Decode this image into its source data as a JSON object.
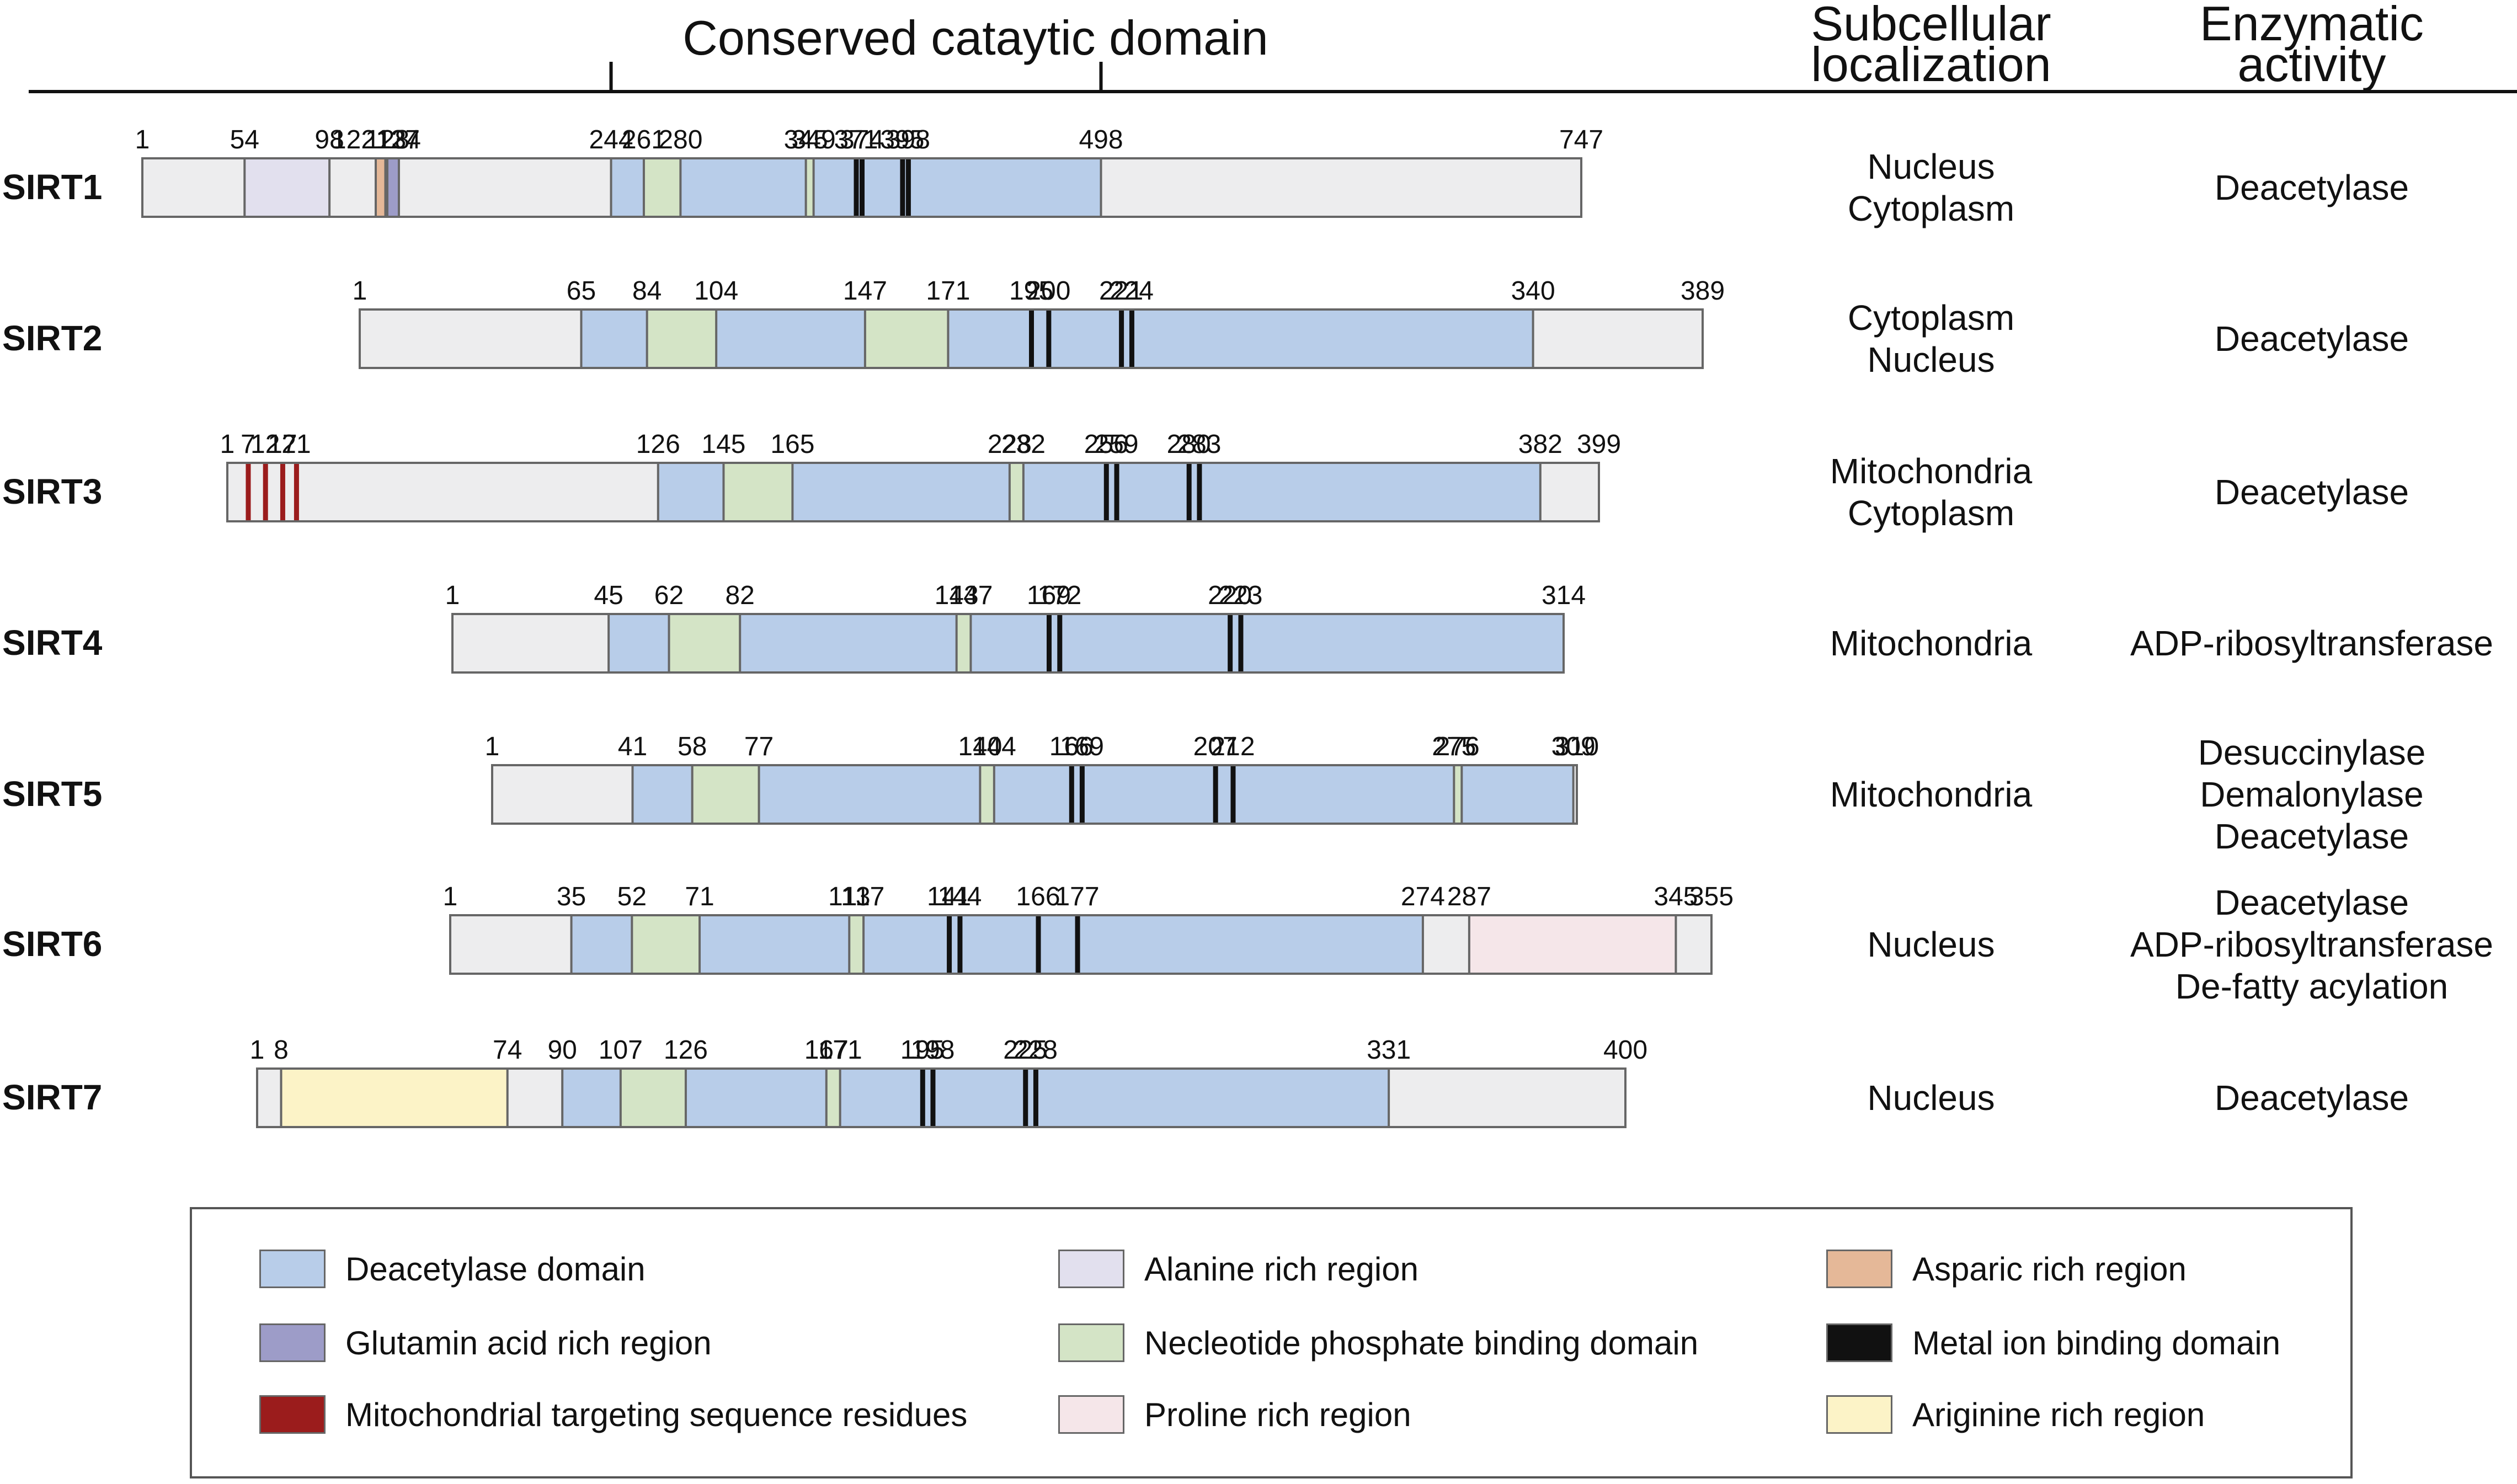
{
  "header": {
    "domain_title": "Conserved cataytic domain",
    "localization_title": [
      "Subcellular",
      "localization"
    ],
    "activity_title": [
      "Enzymatic",
      "activity"
    ],
    "domain_start": 244,
    "domain_end": 498
  },
  "colors": {
    "deacetylase": "#b8cde9",
    "alanine": "#e2e0ee",
    "asparic": "#e5b898",
    "glutamin": "#9d9cc8",
    "mts": "#9b1c1c",
    "nucleotide": "#d4e4c6",
    "metal": "#111111",
    "proline": "#f5e6e9",
    "arginine": "#fcf3c7",
    "base": "#ededee",
    "outline": "#666666"
  },
  "proteins": [
    {
      "name": "SIRT1",
      "length": 747,
      "localization": [
        "Nucleus",
        "Cytoplasm"
      ],
      "activity": [
        "Deacetylase"
      ],
      "regions": [
        {
          "type": "alanine",
          "start": 54,
          "end": 98
        },
        {
          "type": "asparic",
          "start": 122,
          "end": 127
        },
        {
          "type": "glutamin",
          "start": 128,
          "end": 134
        },
        {
          "type": "deacetylase",
          "start": 244,
          "end": 498
        },
        {
          "type": "nucleotide",
          "start": 261,
          "end": 280
        },
        {
          "type": "nucleotide",
          "start": 345,
          "end": 349
        }
      ],
      "metal_sites": [
        371,
        374,
        395,
        398
      ],
      "mts_sites": [],
      "labels": [
        {
          "text": "1",
          "pos": 1
        },
        {
          "text": "54",
          "pos": 54
        },
        {
          "text": "98",
          "pos": 98
        },
        {
          "text": "122127",
          "pos": 122
        },
        {
          "text": "128",
          "pos": 128
        },
        {
          "text": "134",
          "pos": 134
        },
        {
          "text": "244",
          "pos": 244
        },
        {
          "text": "261",
          "pos": 261
        },
        {
          "text": "280",
          "pos": 280
        },
        {
          "text": "345",
          "pos": 345
        },
        {
          "text": "349",
          "pos": 349
        },
        {
          "text": "371",
          "pos": 371
        },
        {
          "text": "374",
          "pos": 374
        },
        {
          "text": "395",
          "pos": 395
        },
        {
          "text": "398",
          "pos": 398
        },
        {
          "text": "498",
          "pos": 498
        },
        {
          "text": "747",
          "pos": 747
        }
      ]
    },
    {
      "name": "SIRT2",
      "length": 389,
      "localization": [
        "Cytoplasm",
        "Nucleus"
      ],
      "activity": [
        "Deacetylase"
      ],
      "regions": [
        {
          "type": "deacetylase",
          "start": 65,
          "end": 340
        },
        {
          "type": "nucleotide",
          "start": 84,
          "end": 104
        },
        {
          "type": "nucleotide",
          "start": 147,
          "end": 171
        }
      ],
      "metal_sites": [
        195,
        200,
        221,
        224
      ],
      "mts_sites": [],
      "labels": [
        {
          "text": "1",
          "pos": 1
        },
        {
          "text": "65",
          "pos": 65
        },
        {
          "text": "84",
          "pos": 84
        },
        {
          "text": "104",
          "pos": 104
        },
        {
          "text": "147",
          "pos": 147
        },
        {
          "text": "171",
          "pos": 171
        },
        {
          "text": "195",
          "pos": 195
        },
        {
          "text": "200",
          "pos": 200
        },
        {
          "text": "221",
          "pos": 221
        },
        {
          "text": "224",
          "pos": 224
        },
        {
          "text": "340",
          "pos": 340
        },
        {
          "text": "389",
          "pos": 389
        }
      ]
    },
    {
      "name": "SIRT3",
      "length": 399,
      "localization": [
        "Mitochondria",
        "Cytoplasm"
      ],
      "activity": [
        "Deacetylase"
      ],
      "regions": [
        {
          "type": "deacetylase",
          "start": 126,
          "end": 382
        },
        {
          "type": "nucleotide",
          "start": 145,
          "end": 165
        },
        {
          "type": "nucleotide",
          "start": 228,
          "end": 232
        }
      ],
      "metal_sites": [
        256,
        259,
        280,
        283
      ],
      "mts_sites": [
        7,
        12,
        17,
        21
      ],
      "labels": [
        {
          "text": "1",
          "pos": 1
        },
        {
          "text": "7",
          "pos": 7
        },
        {
          "text": "12",
          "pos": 12
        },
        {
          "text": "17",
          "pos": 17
        },
        {
          "text": "21",
          "pos": 21
        },
        {
          "text": "126",
          "pos": 126
        },
        {
          "text": "145",
          "pos": 145
        },
        {
          "text": "165",
          "pos": 165
        },
        {
          "text": "228",
          "pos": 228
        },
        {
          "text": "232",
          "pos": 232
        },
        {
          "text": "256",
          "pos": 256
        },
        {
          "text": "259",
          "pos": 259
        },
        {
          "text": "280",
          "pos": 280
        },
        {
          "text": "283",
          "pos": 283
        },
        {
          "text": "382",
          "pos": 382
        },
        {
          "text": "399",
          "pos": 399
        }
      ]
    },
    {
      "name": "SIRT4",
      "length": 314,
      "localization": [
        "Mitochondria"
      ],
      "activity": [
        "ADP-ribosyltransferase"
      ],
      "regions": [
        {
          "type": "deacetylase",
          "start": 45,
          "end": 314
        },
        {
          "type": "nucleotide",
          "start": 62,
          "end": 82
        },
        {
          "type": "nucleotide",
          "start": 143,
          "end": 147
        }
      ],
      "metal_sites": [
        169,
        172,
        220,
        223
      ],
      "mts_sites": [],
      "labels": [
        {
          "text": "1",
          "pos": 1
        },
        {
          "text": "45",
          "pos": 45
        },
        {
          "text": "62",
          "pos": 62
        },
        {
          "text": "82",
          "pos": 82
        },
        {
          "text": "143",
          "pos": 143
        },
        {
          "text": "147",
          "pos": 147
        },
        {
          "text": "169",
          "pos": 169
        },
        {
          "text": "172",
          "pos": 172
        },
        {
          "text": "220",
          "pos": 220
        },
        {
          "text": "223",
          "pos": 223
        },
        {
          "text": "314",
          "pos": 314
        }
      ]
    },
    {
      "name": "SIRT5",
      "length": 310,
      "localization": [
        "Mitochondria"
      ],
      "activity": [
        "Desuccinylase",
        "Demalonylase",
        "Deacetylase"
      ],
      "regions": [
        {
          "type": "deacetylase",
          "start": 41,
          "end": 309
        },
        {
          "type": "nucleotide",
          "start": 58,
          "end": 77
        },
        {
          "type": "nucleotide",
          "start": 140,
          "end": 144
        },
        {
          "type": "nucleotide",
          "start": 275,
          "end": 276
        }
      ],
      "metal_sites": [
        166,
        169,
        207,
        212
      ],
      "mts_sites": [],
      "labels": [
        {
          "text": "1",
          "pos": 1
        },
        {
          "text": "41",
          "pos": 41
        },
        {
          "text": "58",
          "pos": 58
        },
        {
          "text": "77",
          "pos": 77
        },
        {
          "text": "140",
          "pos": 140
        },
        {
          "text": "144",
          "pos": 144
        },
        {
          "text": "166",
          "pos": 166
        },
        {
          "text": "169",
          "pos": 169
        },
        {
          "text": "207",
          "pos": 207
        },
        {
          "text": "212",
          "pos": 212
        },
        {
          "text": "275",
          "pos": 275
        },
        {
          "text": "276",
          "pos": 276
        },
        {
          "text": "309",
          "pos": 309
        },
        {
          "text": "310",
          "pos": 310
        }
      ]
    },
    {
      "name": "SIRT6",
      "length": 355,
      "localization": [
        "Nucleus"
      ],
      "activity": [
        "Deacetylase",
        "ADP-ribosyltransferase",
        "De-fatty acylation"
      ],
      "regions": [
        {
          "type": "deacetylase",
          "start": 35,
          "end": 274
        },
        {
          "type": "nucleotide",
          "start": 52,
          "end": 71
        },
        {
          "type": "nucleotide",
          "start": 113,
          "end": 117
        },
        {
          "type": "proline",
          "start": 287,
          "end": 345
        }
      ],
      "metal_sites": [
        141,
        144,
        166,
        177
      ],
      "mts_sites": [],
      "labels": [
        {
          "text": "1",
          "pos": 1
        },
        {
          "text": "35",
          "pos": 35
        },
        {
          "text": "52",
          "pos": 52
        },
        {
          "text": "71",
          "pos": 71
        },
        {
          "text": "113",
          "pos": 113
        },
        {
          "text": "117",
          "pos": 117
        },
        {
          "text": "141",
          "pos": 141
        },
        {
          "text": "144",
          "pos": 144
        },
        {
          "text": "166",
          "pos": 166
        },
        {
          "text": "177",
          "pos": 177
        },
        {
          "text": "274",
          "pos": 274
        },
        {
          "text": "287",
          "pos": 287
        },
        {
          "text": "345",
          "pos": 345
        },
        {
          "text": "355",
          "pos": 355
        }
      ]
    },
    {
      "name": "SIRT7",
      "length": 400,
      "localization": [
        "Nucleus"
      ],
      "activity": [
        "Deacetylase"
      ],
      "regions": [
        {
          "type": "arginine",
          "start": 8,
          "end": 74
        },
        {
          "type": "deacetylase",
          "start": 90,
          "end": 331
        },
        {
          "type": "nucleotide",
          "start": 107,
          "end": 126
        },
        {
          "type": "nucleotide",
          "start": 167,
          "end": 171
        }
      ],
      "metal_sites": [
        195,
        198,
        225,
        228
      ],
      "mts_sites": [],
      "labels": [
        {
          "text": "1",
          "pos": 1
        },
        {
          "text": "8",
          "pos": 8
        },
        {
          "text": "74",
          "pos": 74
        },
        {
          "text": "90",
          "pos": 90
        },
        {
          "text": "107",
          "pos": 107
        },
        {
          "text": "126",
          "pos": 126
        },
        {
          "text": "167",
          "pos": 167
        },
        {
          "text": "171",
          "pos": 171
        },
        {
          "text": "195",
          "pos": 195
        },
        {
          "text": "198",
          "pos": 198
        },
        {
          "text": "225",
          "pos": 225
        },
        {
          "text": "228",
          "pos": 228
        },
        {
          "text": "331",
          "pos": 331
        },
        {
          "text": "400",
          "pos": 400
        }
      ]
    }
  ],
  "legend": [
    {
      "label": "Deacetylase domain",
      "color": "#b8cde9"
    },
    {
      "label": "Alanine rich region",
      "color": "#e2e0ee"
    },
    {
      "label": "Asparic rich region",
      "color": "#e5b898"
    },
    {
      "label": "Glutamin acid rich region",
      "color": "#9d9cc8"
    },
    {
      "label": "Necleotide phosphate binding domain",
      "color": "#d4e4c6"
    },
    {
      "label": "Metal ion binding domain",
      "color": "#111111"
    },
    {
      "label": "Mitochondrial targeting sequence residues",
      "color": "#9b1c1c"
    },
    {
      "label": "Proline rich region",
      "color": "#f5e6e9"
    },
    {
      "label": "Ariginine rich region",
      "color": "#fcf3c7"
    }
  ]
}
